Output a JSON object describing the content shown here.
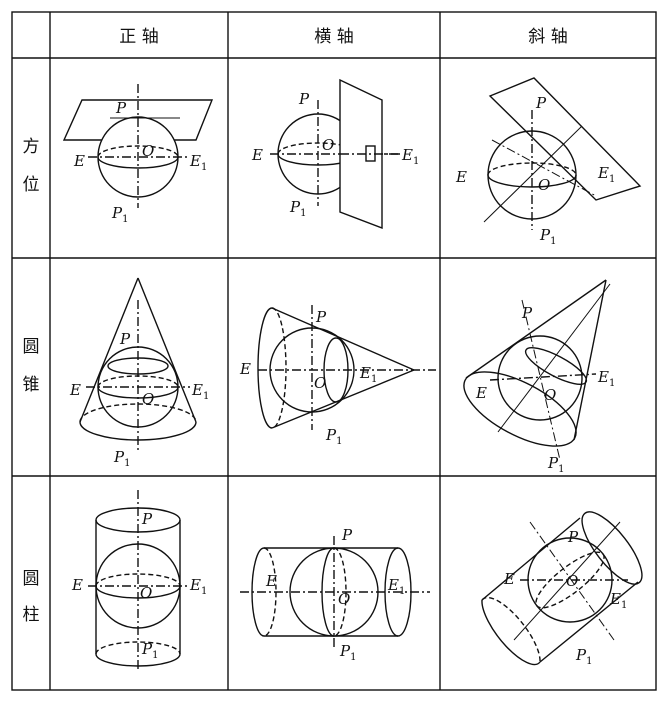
{
  "headers": {
    "corner": "",
    "col1": "正 轴",
    "col2": "横 轴",
    "col3": "斜 轴"
  },
  "rows": [
    {
      "label_1": "方",
      "label_2": "位"
    },
    {
      "label_1": "圆",
      "label_2": "锥"
    },
    {
      "label_1": "圆",
      "label_2": "柱"
    }
  ],
  "labels": {
    "P": "P",
    "P1_base": "P",
    "P1_sub": "1",
    "E": "E",
    "E1_base": "E",
    "E1_sub": "1",
    "O": "O"
  }
}
